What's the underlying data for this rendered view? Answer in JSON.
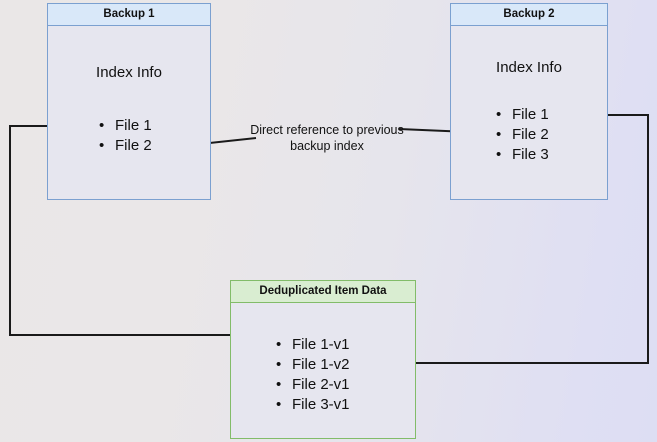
{
  "diagram": {
    "title_note": "Direct reference to previous backup index",
    "background": {
      "from": "#eae7e7",
      "to": "#dddef3"
    },
    "colors": {
      "blue_border": "#7ba0d0",
      "blue_header": "#d9e8f9",
      "green_border": "#82bc69",
      "green_header": "#d9edd1",
      "box_body": "#e6e6ef",
      "connector": "#1a1a1a",
      "text": "#111111"
    },
    "boxes": [
      {
        "id": "backup-1",
        "header": "Backup 1",
        "body_label": "Index Info",
        "items": [
          "File 1",
          "File 2"
        ]
      },
      {
        "id": "backup-2",
        "header": "Backup 2",
        "body_label": "Index Info",
        "items": [
          "File 1",
          "File 2",
          "File 3"
        ]
      },
      {
        "id": "dedup-store",
        "header": "Deduplicated Item Data",
        "items": [
          "File 1-v1",
          "File 1-v2",
          "File 2-v1",
          "File 3-v1"
        ]
      }
    ],
    "connectors": [
      {
        "id": "backup1-file1-to-dedup",
        "from": "Backup 1 / File 1",
        "to": "Deduplicated Item Data / File 1-v1",
        "arrow": "end"
      },
      {
        "id": "backup2-file1-to-dedup",
        "from": "Backup 2 / File 1",
        "to": "Deduplicated Item Data / File 1-v2",
        "arrow": "end"
      },
      {
        "id": "backup2-index-to-backup1-index",
        "from": "Backup 2 / File 2",
        "to": "Backup 1 / File 2",
        "label": "Direct reference to previous backup index",
        "arrow": "end"
      }
    ]
  }
}
